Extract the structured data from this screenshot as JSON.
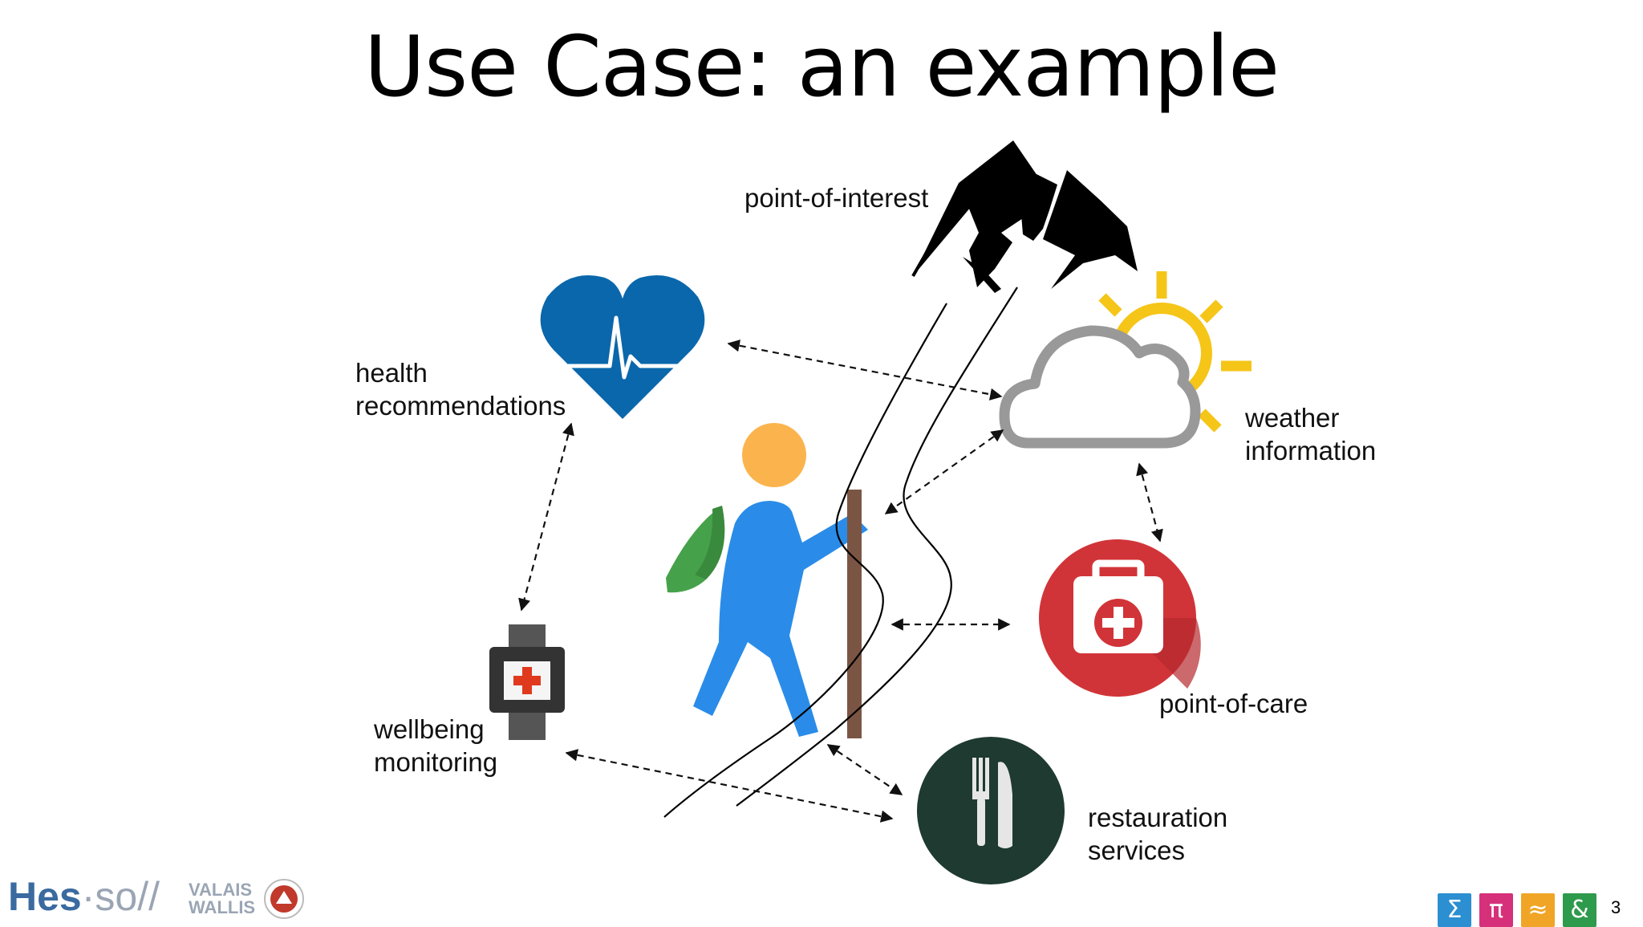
{
  "slide": {
    "title": "Use Case: an example",
    "page_number": "3"
  },
  "labels": {
    "point_of_interest": "point-of-interest",
    "health": [
      "health",
      "recommendations"
    ],
    "weather": [
      "weather",
      "information"
    ],
    "wellbeing": [
      "wellbeing",
      "monitoring"
    ],
    "point_of_care": "point-of-care",
    "restauration": [
      "restauration",
      "services"
    ]
  },
  "footer": {
    "logo_main": "Hes",
    "logo_so": "·so//",
    "region": [
      "VALAIS",
      "WALLIS"
    ],
    "badges": [
      {
        "symbol": "Σ",
        "color": "#2b8fd1"
      },
      {
        "symbol": "π",
        "color": "#d6307a"
      },
      {
        "symbol": "≈",
        "color": "#f0a526"
      },
      {
        "symbol": "&",
        "color": "#2e9a4c"
      }
    ]
  },
  "colors": {
    "heart": "#0a67ab",
    "sun": "#f5c518",
    "cloud": "#999999",
    "care": "#d13438",
    "food": "#1f3a30",
    "hiker": "#2a8ce8",
    "head": "#fbb44d",
    "backpack": "#46a24a",
    "stick": "#7b5544"
  }
}
